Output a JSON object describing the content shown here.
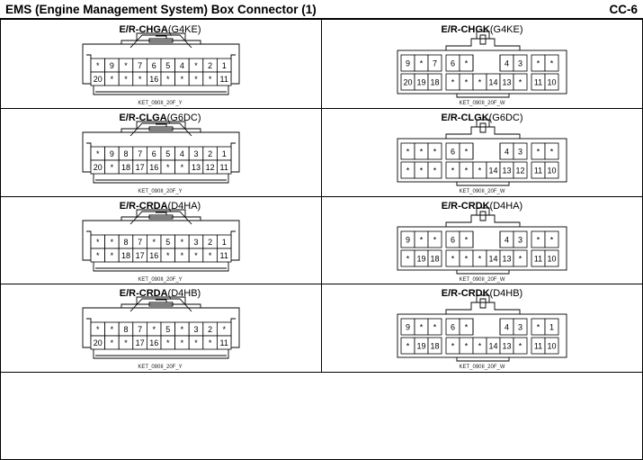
{
  "header": {
    "title": "EMS (Engine Management System) Box Connector (1)",
    "code": "CC-6"
  },
  "connectors": [
    {
      "id": "E/R-CHGA",
      "variant": "(G4KE)",
      "style": "Y",
      "ket": "KET_090II_20F_Y",
      "top": [
        "*",
        "9",
        "*",
        "7",
        "6",
        "5",
        "4",
        "*",
        "2",
        "1"
      ],
      "bottom": [
        "20",
        "*",
        "*",
        "*",
        "16",
        "*",
        "*",
        "*",
        "*",
        "11"
      ]
    },
    {
      "id": "E/R-CHGK",
      "variant": "(G4KE)",
      "style": "W",
      "ket": "KET_090II_20F_W",
      "top": [
        "9",
        "*",
        "7",
        "6",
        "*",
        "4",
        "3",
        "*",
        "*"
      ],
      "bottom": [
        "20",
        "19",
        "18",
        "*",
        "*",
        "*",
        "14",
        "13",
        "*",
        "11",
        "10"
      ]
    },
    {
      "id": "E/R-CLGA",
      "variant": "(G6DC)",
      "style": "Y",
      "ket": "KET_090II_20F_Y",
      "top": [
        "*",
        "9",
        "8",
        "7",
        "6",
        "5",
        "4",
        "3",
        "2",
        "1"
      ],
      "bottom": [
        "20",
        "*",
        "18",
        "17",
        "16",
        "*",
        "*",
        "13",
        "12",
        "11"
      ]
    },
    {
      "id": "E/R-CLGK",
      "variant": "(G6DC)",
      "style": "W",
      "ket": "KET_090II_20F_W",
      "top": [
        "*",
        "*",
        "*",
        "6",
        "*",
        "4",
        "3",
        "*",
        "*"
      ],
      "bottom": [
        "*",
        "*",
        "*",
        "*",
        "*",
        "*",
        "14",
        "13",
        "12",
        "11",
        "10"
      ]
    },
    {
      "id": "E/R-CRDA",
      "variant": "(D4HA)",
      "style": "Y",
      "ket": "KET_090II_20F_Y",
      "top": [
        "*",
        "*",
        "8",
        "7",
        "*",
        "5",
        "*",
        "3",
        "2",
        "1"
      ],
      "bottom": [
        "*",
        "*",
        "18",
        "17",
        "16",
        "*",
        "*",
        "*",
        "*",
        "11"
      ]
    },
    {
      "id": "E/R-CRDK",
      "variant": "(D4HA)",
      "style": "W",
      "ket": "KET_090II_20F_W",
      "top": [
        "9",
        "*",
        "*",
        "6",
        "*",
        "4",
        "3",
        "*",
        "*"
      ],
      "bottom": [
        "*",
        "19",
        "18",
        "*",
        "*",
        "*",
        "14",
        "13",
        "*",
        "11",
        "10"
      ]
    },
    {
      "id": "E/R-CRDA",
      "variant": "(D4HB)",
      "style": "Y",
      "ket": "KET_090II_20F_Y",
      "top": [
        "*",
        "*",
        "8",
        "7",
        "*",
        "5",
        "*",
        "3",
        "2",
        "*"
      ],
      "bottom": [
        "20",
        "*",
        "*",
        "17",
        "16",
        "*",
        "*",
        "*",
        "*",
        "11"
      ]
    },
    {
      "id": "E/R-CRDK",
      "variant": "(D4HB)",
      "style": "W",
      "ket": "KET_090II_20F_W",
      "top": [
        "9",
        "*",
        "*",
        "6",
        "*",
        "4",
        "3",
        "*",
        "1"
      ],
      "bottom": [
        "*",
        "19",
        "18",
        "*",
        "*",
        "*",
        "14",
        "13",
        "*",
        "11",
        "10"
      ]
    }
  ]
}
